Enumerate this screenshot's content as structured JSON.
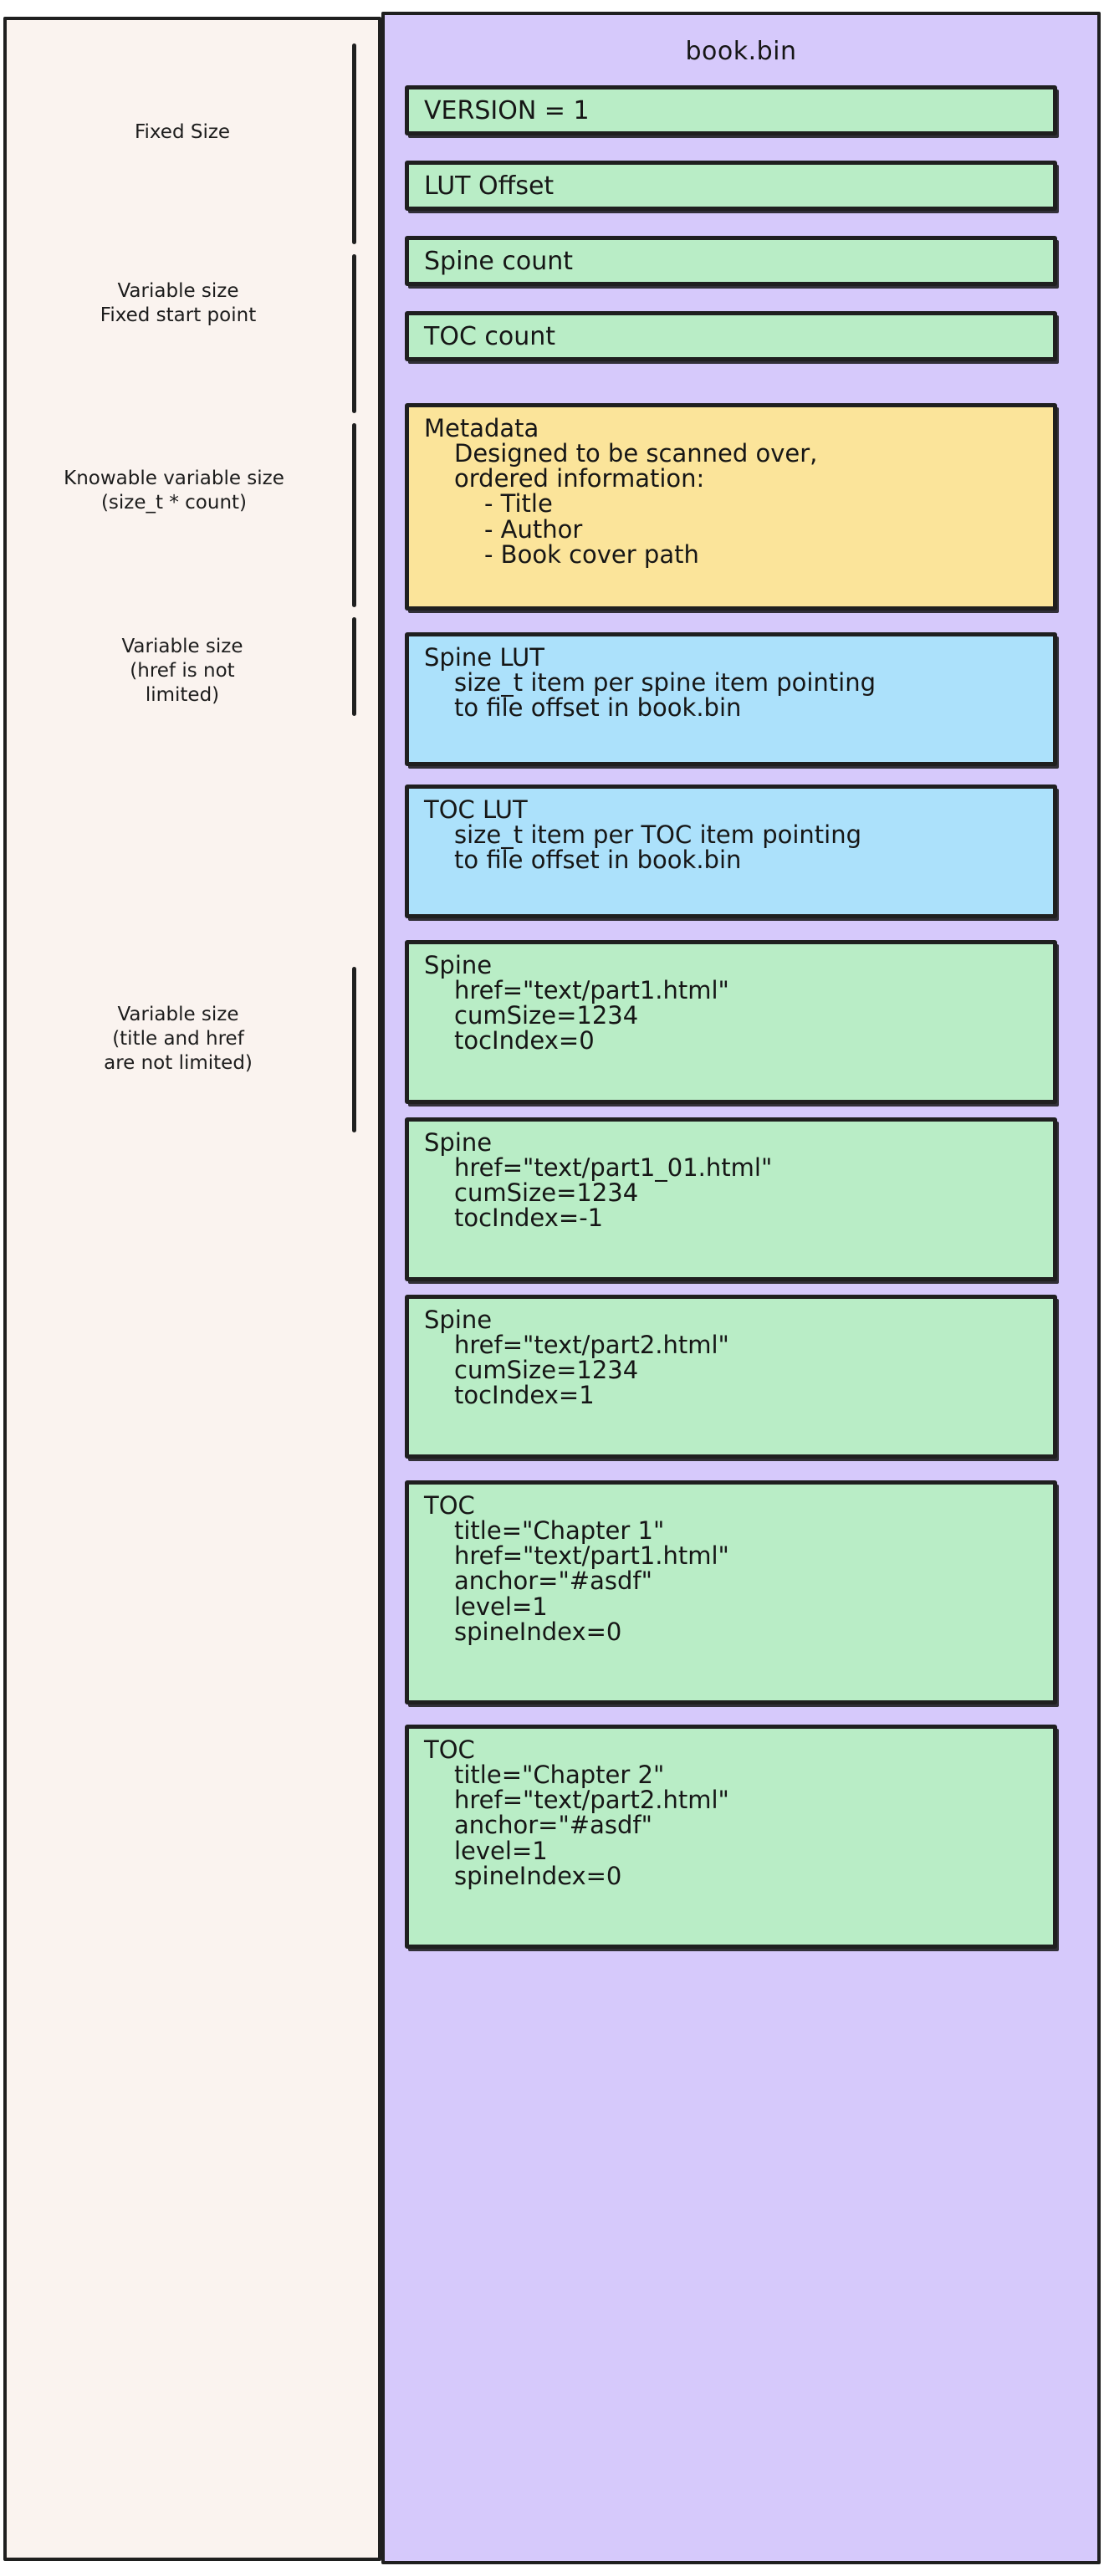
{
  "diagram": {
    "title": "book.bin",
    "left_panel_captions": [
      {
        "id": "fixed-size",
        "text": "Fixed Size"
      },
      {
        "id": "variable-fixed-start",
        "text": "Variable size\nFixed start point"
      },
      {
        "id": "knowable-variable",
        "text": "Knowable variable size\n(size_t * count)"
      },
      {
        "id": "variable-href",
        "text": "Variable size\n(href is not\nlimited)"
      },
      {
        "id": "variable-title-href",
        "text": "Variable size\n(title and href\nare not limited)"
      }
    ],
    "sections": {
      "header_fields": [
        {
          "id": "version",
          "label": "VERSION = 1"
        },
        {
          "id": "lut-offset",
          "label": "LUT Offset"
        },
        {
          "id": "spine-count",
          "label": "Spine count"
        },
        {
          "id": "toc-count",
          "label": "TOC count"
        }
      ],
      "metadata": {
        "id": "metadata",
        "title": "Metadata",
        "lines": [
          "Designed to be scanned over,",
          "ordered information:"
        ],
        "bullets": [
          "- Title",
          "- Author",
          "- Book cover path"
        ]
      },
      "luts": [
        {
          "id": "spine-lut",
          "title": "Spine LUT",
          "lines": [
            "size_t item per spine item pointing",
            "to file offset in book.bin"
          ]
        },
        {
          "id": "toc-lut",
          "title": "TOC LUT",
          "lines": [
            "size_t item per TOC item pointing",
            "to file offset in book.bin"
          ]
        }
      ],
      "spines": [
        {
          "id": "spine-1",
          "title": "Spine",
          "lines": [
            "href=\"text/part1.html\"",
            "cumSize=1234",
            "tocIndex=0"
          ]
        },
        {
          "id": "spine-2",
          "title": "Spine",
          "lines": [
            "href=\"text/part1_01.html\"",
            "cumSize=1234",
            "tocIndex=-1"
          ]
        },
        {
          "id": "spine-3",
          "title": "Spine",
          "lines": [
            "href=\"text/part2.html\"",
            "cumSize=1234",
            "tocIndex=1"
          ]
        }
      ],
      "tocs": [
        {
          "id": "toc-1",
          "title": "TOC",
          "lines": [
            "title=\"Chapter 1\"",
            "href=\"text/part1.html\"",
            "anchor=\"#asdf\"",
            "level=1",
            "spineIndex=0"
          ]
        },
        {
          "id": "toc-2",
          "title": "TOC",
          "lines": [
            "title=\"Chapter 2\"",
            "href=\"text/part2.html\"",
            "anchor=\"#asdf\"",
            "level=1",
            "spineIndex=0"
          ]
        }
      ]
    },
    "colors": {
      "page_background": "#ffffff",
      "left_panel": "#faf3ef",
      "book_panel": "#d6c9fb",
      "green_box": "#b9edc6",
      "yellow_box": "#fbe49a",
      "blue_box": "#ace1fb",
      "stroke": "#1f1f1f"
    }
  }
}
